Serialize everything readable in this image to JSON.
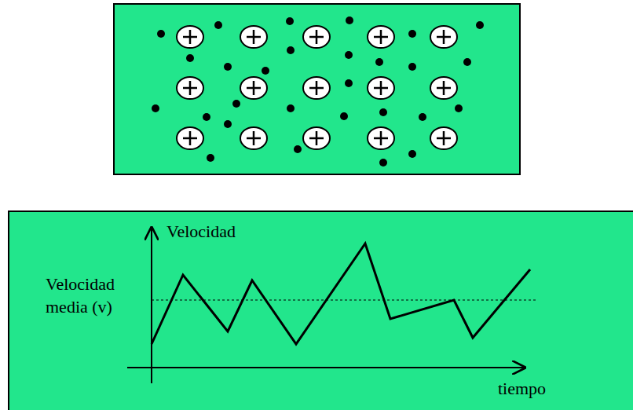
{
  "diagram": {
    "labels": [
      "Velocidad",
      "Velocidad media (v)",
      "tiempo"
    ]
  }
}
